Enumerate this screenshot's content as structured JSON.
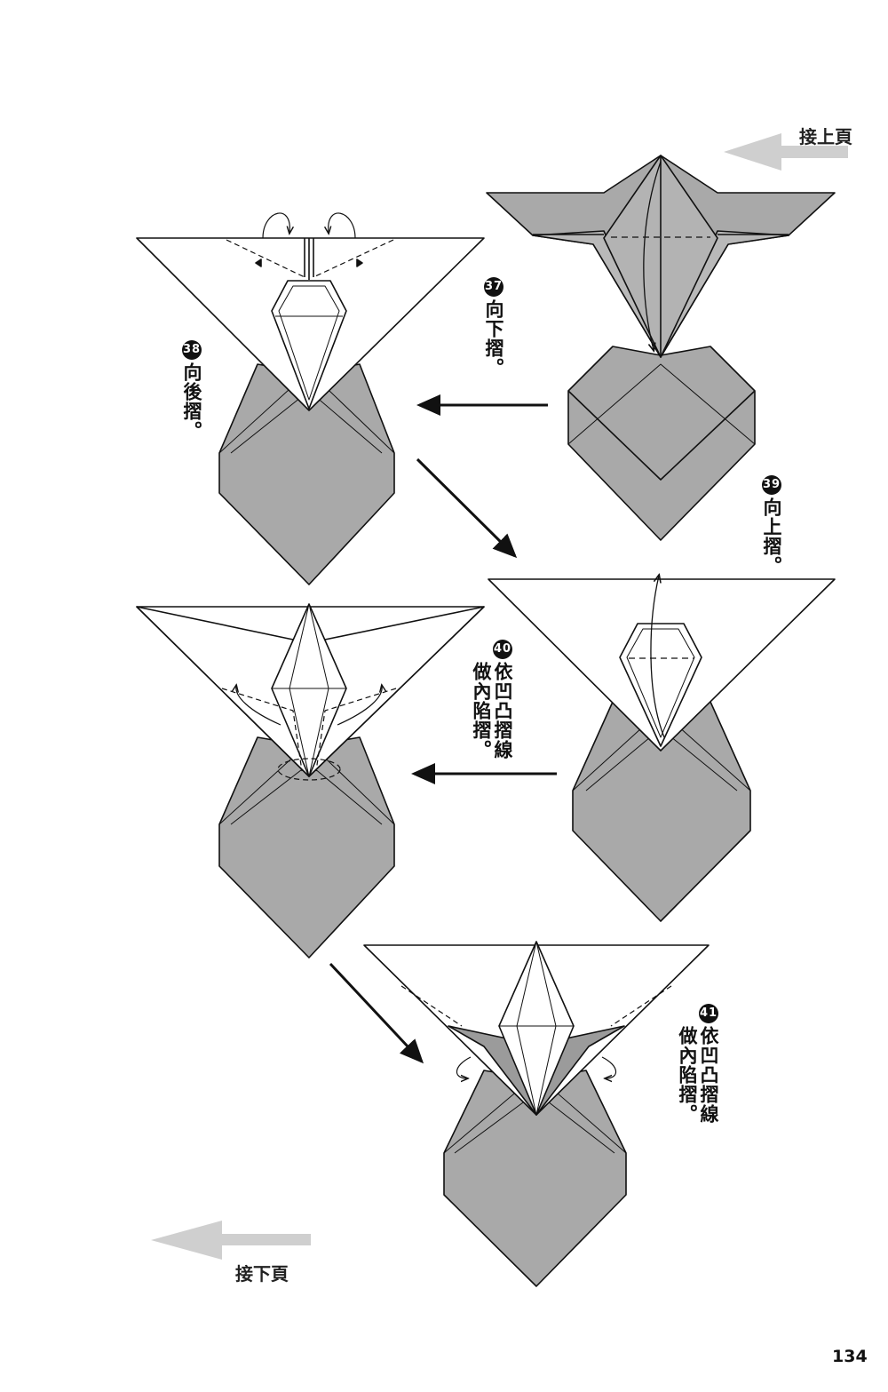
{
  "nav": {
    "continued_from": "接上頁",
    "continued_to": "接下頁"
  },
  "steps": [
    {
      "number": "37",
      "lines": [
        "向下摺",
        "。"
      ]
    },
    {
      "number": "38",
      "lines": [
        "向後摺",
        "。"
      ]
    },
    {
      "number": "39",
      "lines": [
        "向上摺",
        "。"
      ]
    },
    {
      "number": "40",
      "lines": [
        "依凹凸摺線",
        "做內陷摺。"
      ]
    },
    {
      "number": "41",
      "lines": [
        "依凹凸摺線",
        "做內陷摺。"
      ]
    }
  ],
  "page_number": "134",
  "colors": {
    "paper_gray": "#a9a9a9",
    "line": "#111111",
    "nav_arrow": "#cfcfcf"
  }
}
